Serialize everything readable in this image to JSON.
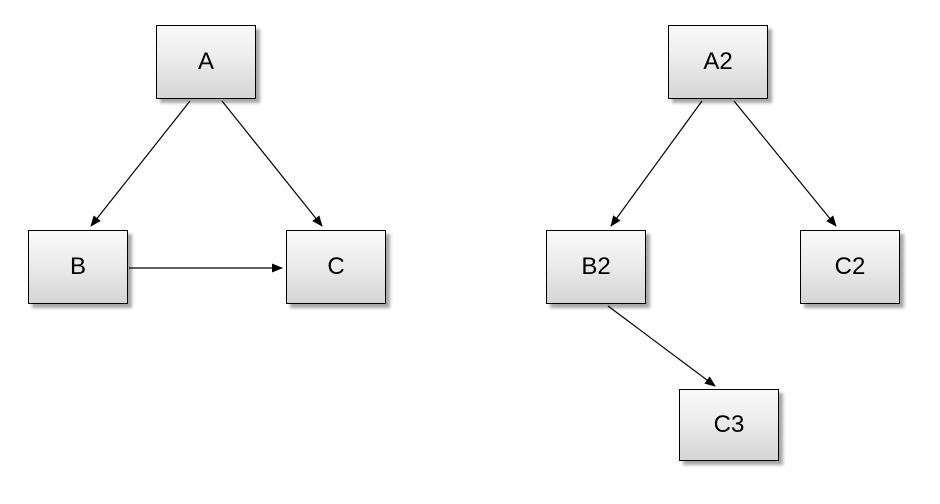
{
  "diagram": {
    "type": "graph",
    "background": "#ffffff",
    "left_graph": {
      "nodes": [
        {
          "id": "A",
          "label": "A",
          "position": "top"
        },
        {
          "id": "B",
          "label": "B",
          "position": "bottom-left"
        },
        {
          "id": "C",
          "label": "C",
          "position": "bottom-right"
        }
      ],
      "edges": [
        {
          "from": "A",
          "to": "B"
        },
        {
          "from": "A",
          "to": "C"
        },
        {
          "from": "B",
          "to": "C"
        }
      ]
    },
    "right_graph": {
      "nodes": [
        {
          "id": "A2",
          "label": "A2",
          "position": "top"
        },
        {
          "id": "B2",
          "label": "B2",
          "position": "middle-left"
        },
        {
          "id": "C2",
          "label": "C2",
          "position": "middle-right"
        },
        {
          "id": "C3",
          "label": "C3",
          "position": "bottom"
        }
      ],
      "edges": [
        {
          "from": "A2",
          "to": "B2"
        },
        {
          "from": "A2",
          "to": "C2"
        },
        {
          "from": "B2",
          "to": "C3"
        }
      ]
    },
    "colors": {
      "node_fill_top": "#fafafa",
      "node_fill_bottom": "#d5d5d5",
      "node_border": "#000000",
      "node_shadow": "#a6a6a6",
      "edge_stroke": "#000000",
      "label_text": "#000000"
    }
  }
}
